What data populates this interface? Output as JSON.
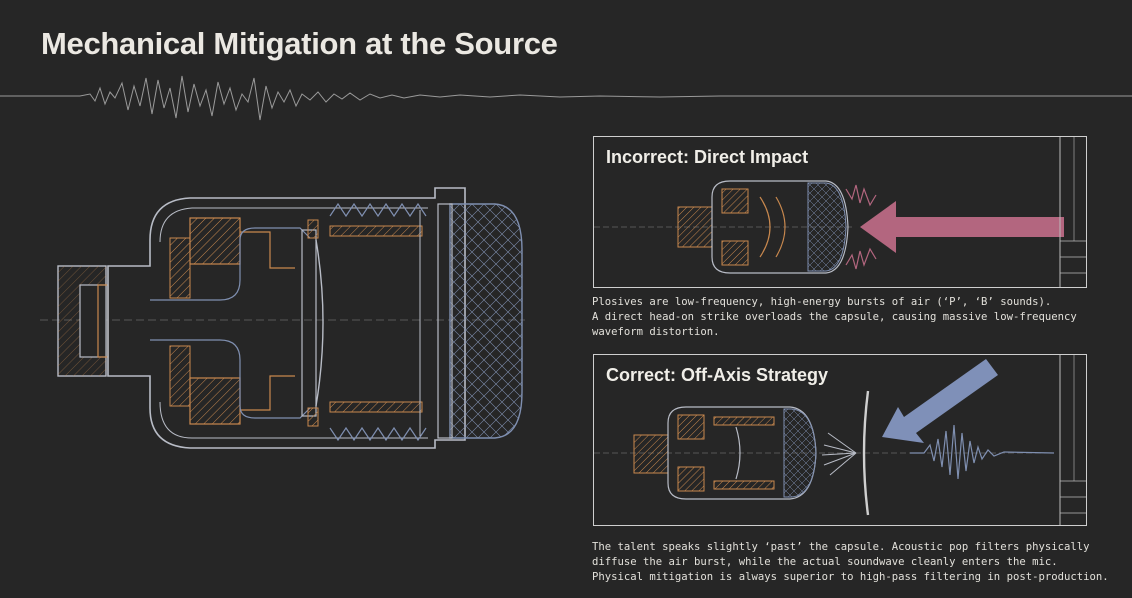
{
  "page": {
    "title": "Mechanical Mitigation at the Source"
  },
  "panels": [
    {
      "title": "Incorrect: Direct Impact",
      "caption_lines": [
        "Plosives are low-frequency, high-energy bursts of air (‘P’, ‘B’ sounds).",
        "A direct head-on strike overloads the capsule, causing massive low-frequency",
        "waveform distortion."
      ],
      "arrow_color": "#b3667f"
    },
    {
      "title": "Correct: Off-Axis Strategy",
      "caption_lines": [
        "The talent speaks slightly ‘past’ the capsule. Acoustic pop filters physically",
        "diffuse the air burst, while the actual soundwave cleanly enters the mic.",
        "Physical mitigation is always superior to high-pass filtering in post-production."
      ],
      "arrow_color": "#7f90b8"
    }
  ],
  "colors": {
    "background": "#262626",
    "line": "#b8bcc6",
    "copper": "#c8884e",
    "blueprint": "#7f8fb0"
  }
}
